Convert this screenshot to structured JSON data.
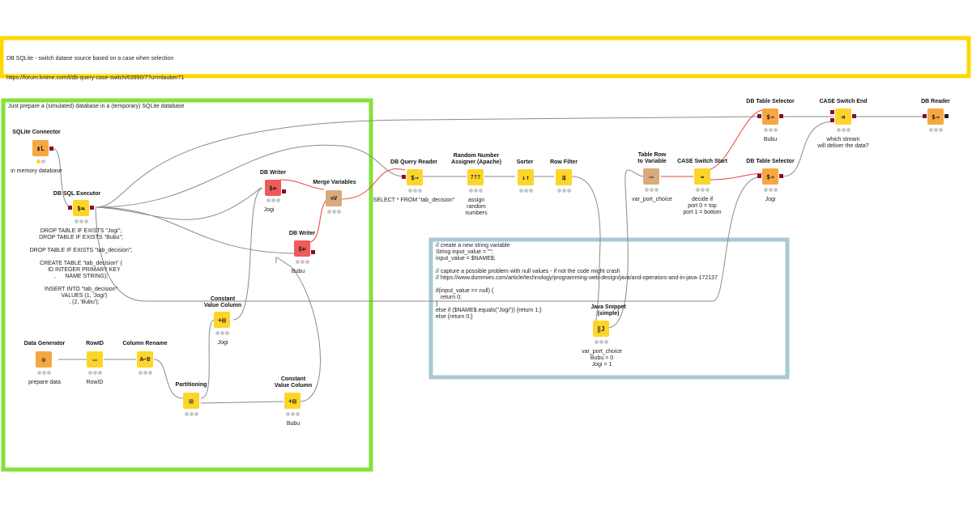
{
  "colors": {
    "workflow_bg": "#ffffff",
    "annotation_yellow": "#ffd800",
    "annotation_green": "#86e03a",
    "annotation_blue": "#a9c9d4",
    "connection": "#8a8a8a",
    "flow_variable": "#e8413b",
    "db_port": "#8b0d28"
  },
  "annotations": {
    "top": {
      "line1": "DB SQLite - switch datase source based on a case when selection",
      "line2": "https://forum.knime.com/t/db-query-case-switch/63990/7?u=mlauber71"
    },
    "green": {
      "text": "Just prepare a (simulated) database in a (temporary) SQLite database"
    },
    "java_code": {
      "text": "// create a new string variable\nString input_value = \"\";\ninput_value = $NAME$;\n\n// capture a possible problem with null values - if not the code might crash\n// https://www.dummies.com/article/technology/programming-web-design/java/and-operators-and-in-java-172137\n\nif(input_value == null) {\n   return 0;\n}\nelse if ($NAME$.equals(\"Jogi\")) {return 1;}\nelse {return 0;}"
    }
  },
  "nodes": {
    "sqlite_connector": {
      "title": "SQLite Connector",
      "comment": "in memory database",
      "icon": "sqlite-connector-icon"
    },
    "db_sql_executor": {
      "title": "DB SQL Executor",
      "comment": "DROP TABLE IF EXISTS \"Jogi\";\nDROP TABLE IF EXISTS \"Bubu\";\n\nDROP TABLE IF EXISTS \"tab_decision\";\n\nCREATE TABLE \"tab_decision\" (\n    ID INTEGER PRIMARY KEY\n,      NAME STRING);\n\nINSERT INTO \"tab_decision\"\n    VALUES (1, 'Jogi')\n    , (2, 'Bubu');",
      "icon": "db-sql-executor-icon"
    },
    "db_writer_jogi": {
      "title": "DB Writer",
      "comment": "Jogi",
      "icon": "db-writer-icon"
    },
    "merge_variables": {
      "title": "Merge Variables",
      "comment": "",
      "icon": "merge-variables-icon"
    },
    "db_writer_bubu": {
      "title": "DB Writer",
      "comment": "Bubu",
      "icon": "db-writer-icon"
    },
    "data_generator": {
      "title": "Data Generator",
      "comment": "prepare data",
      "icon": "data-generator-icon"
    },
    "rowid": {
      "title": "RowID",
      "comment": "RowID",
      "icon": "rowid-icon"
    },
    "column_rename": {
      "title": "Column Rename",
      "comment": "",
      "icon": "column-rename-icon"
    },
    "partitioning": {
      "title": "Partitioning",
      "comment": "",
      "icon": "partitioning-icon"
    },
    "const_col_jogi": {
      "title": "Constant\nValue Column",
      "comment": "Jogi",
      "icon": "constant-value-column-icon"
    },
    "const_col_bubu": {
      "title": "Constant\nValue Column",
      "comment": "Bubu",
      "icon": "constant-value-column-icon"
    },
    "db_query_reader": {
      "title": "DB Query Reader",
      "comment": "SELECT * FROM \"tab_decision\"",
      "icon": "db-query-reader-icon"
    },
    "random_number": {
      "title": "Random Number\nAssigner (Apache)",
      "comment": "assign\nrandom\nnumbers",
      "icon": "random-number-icon"
    },
    "sorter": {
      "title": "Sorter",
      "comment": "",
      "icon": "sorter-icon"
    },
    "row_filter": {
      "title": "Row Filter",
      "comment": "",
      "icon": "row-filter-icon"
    },
    "table_row_to_var": {
      "title": "Table Row\nto Variable",
      "comment": "var_port_choice",
      "icon": "table-row-to-variable-icon"
    },
    "case_switch_start": {
      "title": "CASE Switch Start",
      "comment": "decide if\nport 0 = top\nport 1 = bottom",
      "icon": "case-switch-start-icon"
    },
    "db_table_sel_bubu": {
      "title": "DB Table Selector",
      "comment": "Bubu",
      "icon": "db-table-selector-icon"
    },
    "db_table_sel_jogi": {
      "title": "DB Table Selector",
      "comment": "Jogi",
      "icon": "db-table-selector-icon"
    },
    "case_switch_end": {
      "title": "CASE Switch End",
      "comment": "which stream\nwill deliver the data?",
      "icon": "case-switch-end-icon"
    },
    "db_reader": {
      "title": "DB Reader",
      "comment": "",
      "icon": "db-reader-icon"
    },
    "java_snippet": {
      "title": "Java Snippet\n(simple)",
      "comment": "var_port_choice\nBubu = 0\nJogi = 1",
      "icon": "java-snippet-icon"
    }
  }
}
